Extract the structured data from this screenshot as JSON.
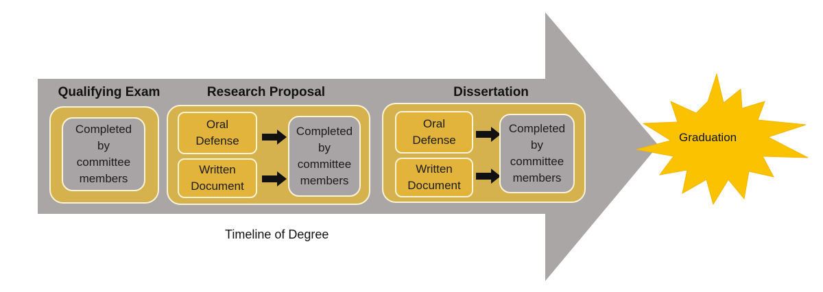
{
  "colors": {
    "arrow_grey": "#aaa6a6",
    "panel_gold": "#d5b24d",
    "box_gold": "#e3b43b",
    "box_grey": "#a8a4a5",
    "burst_yellow": "#fbc200",
    "border_light": "#fbf4d6"
  },
  "stages": [
    {
      "title": "Qualifying Exam",
      "result": "Completed\nby\ncommittee\nmembers"
    },
    {
      "title": "Research Proposal",
      "steps": [
        "Oral\nDefense",
        "Written\nDocument"
      ],
      "result": "Completed\nby\ncommittee\nmembers"
    },
    {
      "title": "Dissertation",
      "steps": [
        "Oral\nDefense",
        "Written\nDocument"
      ],
      "result": "Completed\nby\ncommittee\nmembers"
    }
  ],
  "graduation": "Graduation",
  "caption": "Timeline of Degree",
  "icons": {
    "step_arrow": "arrow-right-icon",
    "timeline_arrow": "big-arrow-shape",
    "burst": "starburst-shape"
  }
}
